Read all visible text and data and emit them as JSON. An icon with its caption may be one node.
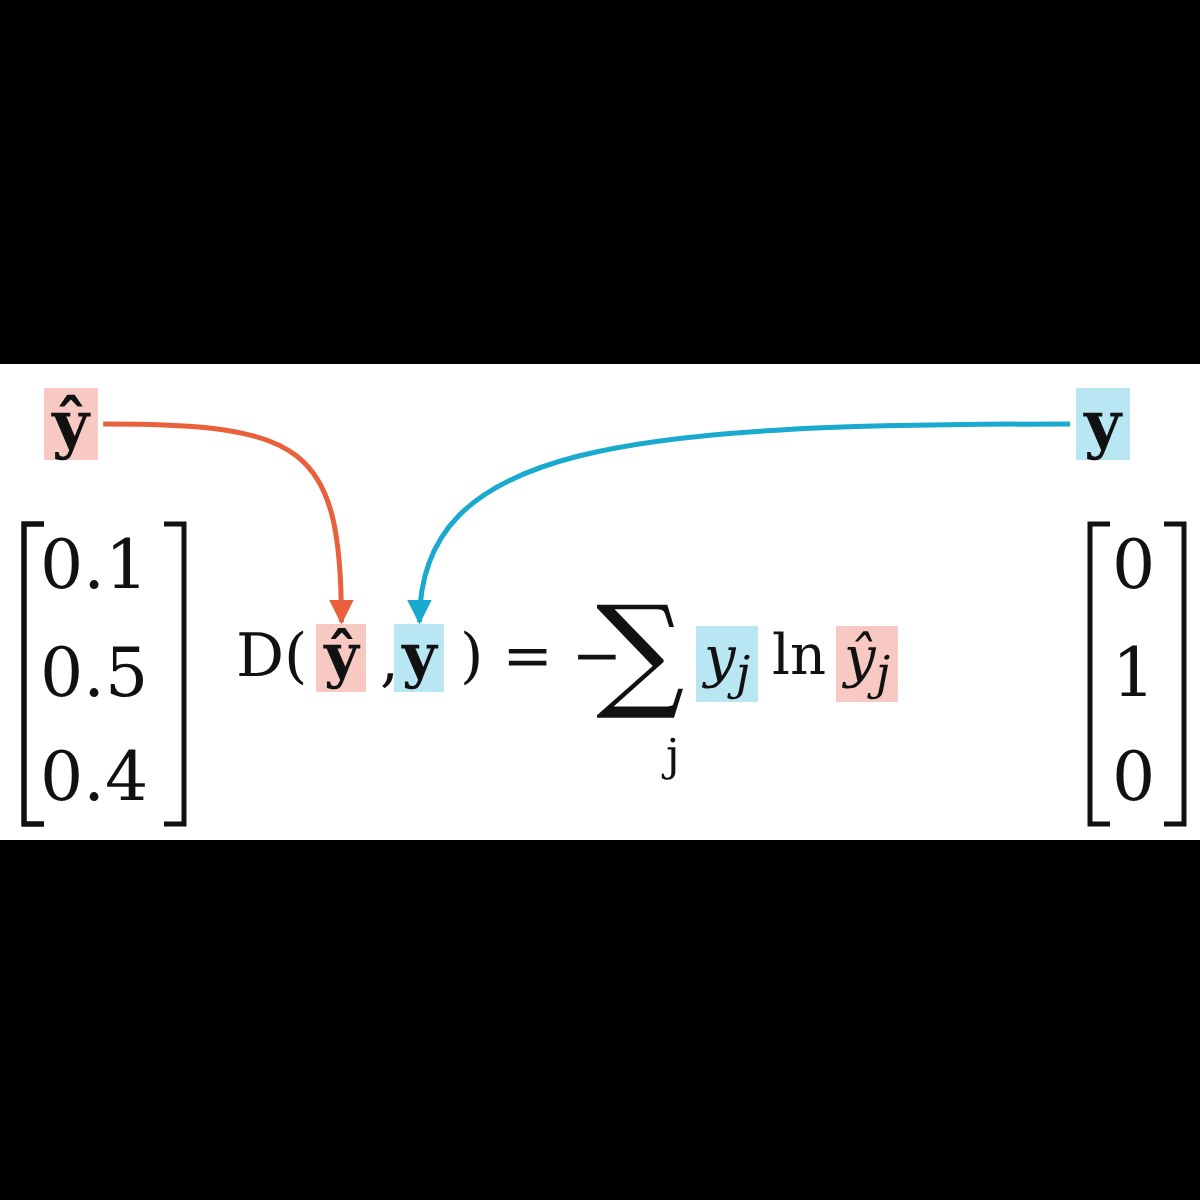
{
  "diagram": {
    "nodes": [
      {
        "text": [
          "ŷ"
        ]
      },
      {
        "text": [
          "y"
        ]
      },
      {
        "text": [
          "ŷ"
        ]
      },
      {
        "text": [
          "y"
        ]
      },
      {
        "text": [
          "y$_{j}$"
        ]
      },
      {
        "text": [
          "ŷ$_{j}$"
        ]
      }
    ],
    "edges": [
      {
        "from": 0,
        "to": 2,
        "arrow": "to",
        "color": "#e8603c"
      },
      {
        "from": 1,
        "to": 3,
        "arrow": "to",
        "color": "#1aa9cf"
      }
    ],
    "labels": [
      "0.1",
      "0.5",
      "0.4",
      "D(",
      ",",
      ") = −",
      "∑",
      "j",
      "ln",
      "0",
      "1",
      "0"
    ]
  }
}
